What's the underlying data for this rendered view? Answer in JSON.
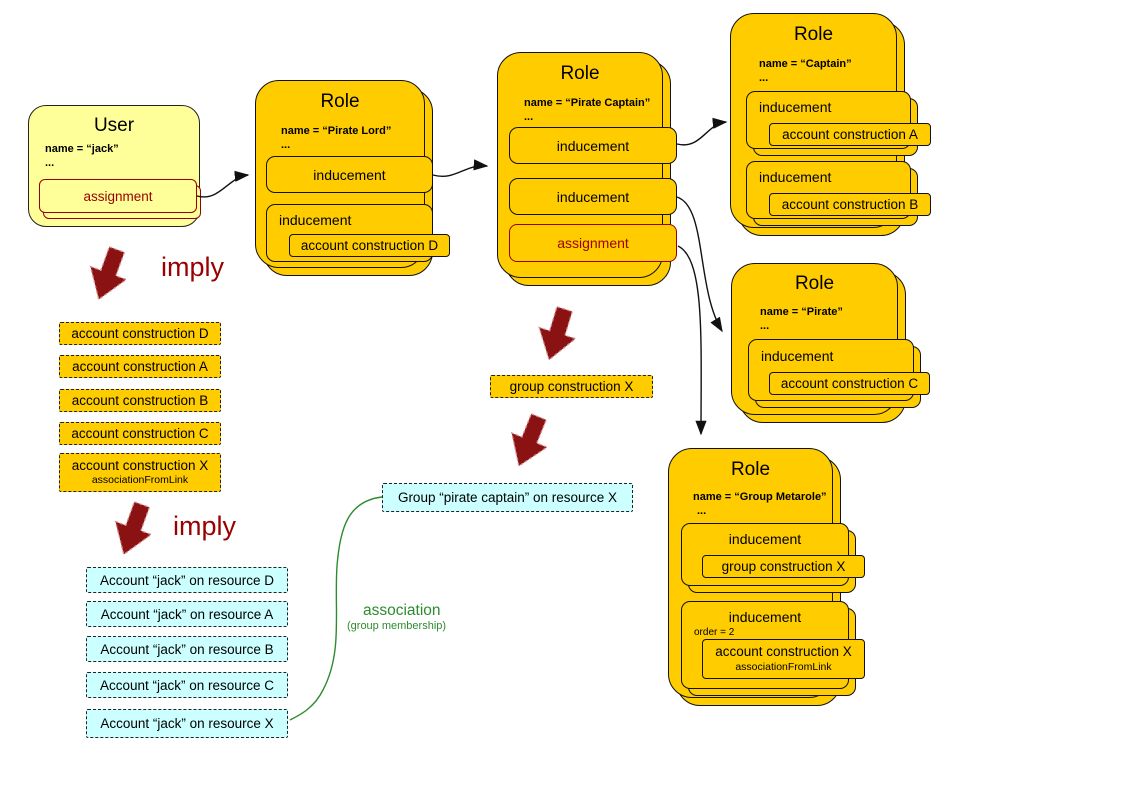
{
  "colors": {
    "role_fill": "#FFCC00",
    "user_fill": "#FFFF99",
    "account_fill": "#CCFFFF",
    "dark_red": "#990000",
    "arrow_red": "#8B1212",
    "green": "#2E8B2E"
  },
  "user": {
    "title": "User",
    "name": "name = “jack”",
    "ellipsis": "...",
    "assignment_label": "assignment"
  },
  "roles": {
    "pirate_lord": {
      "title": "Role",
      "name": "name = “Pirate Lord”",
      "ellipsis": "...",
      "inducement1": "inducement",
      "inducement2": "inducement",
      "construction": "account construction D"
    },
    "pirate_captain": {
      "title": "Role",
      "name": "name = “Pirate Captain”",
      "ellipsis": "...",
      "inducement1": "inducement",
      "inducement2": "inducement",
      "assignment": "assignment"
    },
    "captain": {
      "title": "Role",
      "name": "name = “Captain”",
      "ellipsis": "...",
      "inducement1": "inducement",
      "construction1": "account construction A",
      "inducement2": "inducement",
      "construction2": "account construction B"
    },
    "pirate": {
      "title": "Role",
      "name": "name = “Pirate”",
      "ellipsis": "...",
      "inducement1": "inducement",
      "construction1": "account construction C"
    },
    "group_metarole": {
      "title": "Role",
      "name": "name = “Group Metarole”",
      "ellipsis": "...",
      "inducement1": "inducement",
      "construction1": "group construction X",
      "inducement2": "inducement",
      "order": "order = 2",
      "construction2": "account construction X",
      "construction2_sub": "associationFromLink"
    }
  },
  "imply": {
    "label1": "imply",
    "label2": "imply"
  },
  "constructions": [
    {
      "label": "account construction D"
    },
    {
      "label": "account construction A"
    },
    {
      "label": "account construction B"
    },
    {
      "label": "account construction C"
    },
    {
      "label": "account construction X",
      "sub": "associationFromLink"
    }
  ],
  "accounts": [
    {
      "label": "Account “jack” on resource D"
    },
    {
      "label": "Account “jack” on resource A"
    },
    {
      "label": "Account “jack” on resource B"
    },
    {
      "label": "Account “jack” on resource C"
    },
    {
      "label": "Account “jack” on resource X"
    }
  ],
  "center": {
    "group_construction": "group construction X",
    "group_box": "Group “pirate captain” on resource X"
  },
  "association": {
    "label": "association",
    "sub": "(group membership)"
  }
}
